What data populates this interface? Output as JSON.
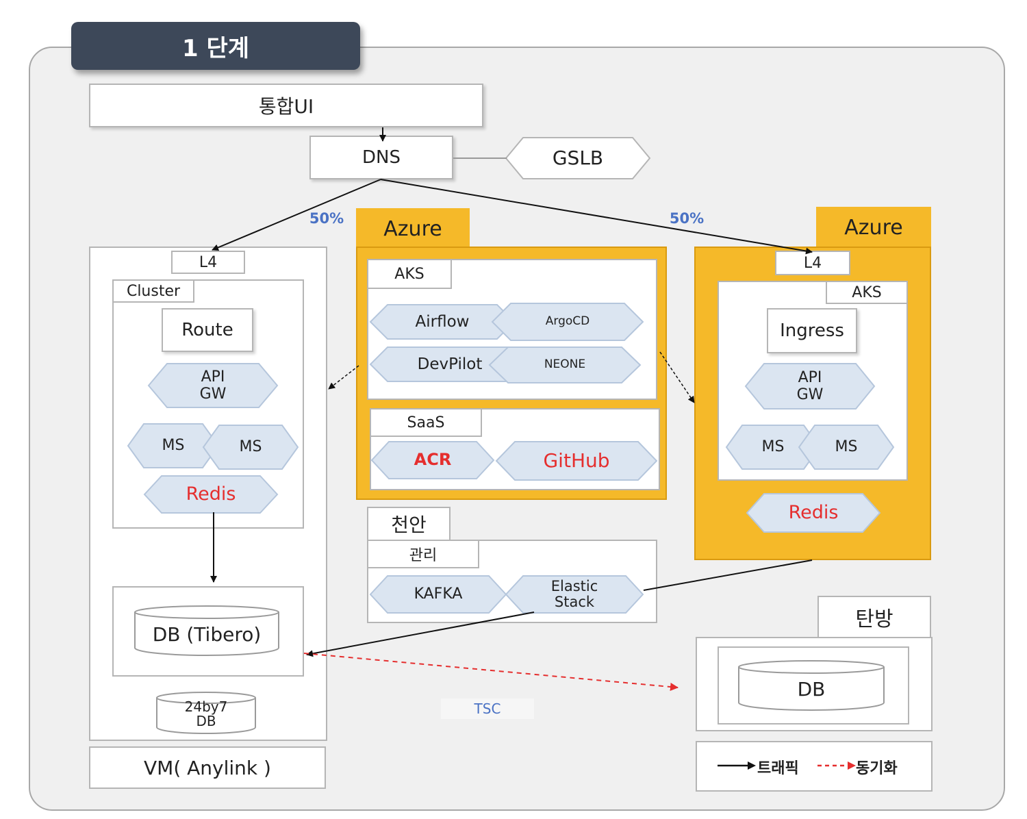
{
  "stage": {
    "title": "1 단계"
  },
  "top": {
    "ui": "통합UI",
    "dns": "DNS",
    "gslb": "GSLB"
  },
  "traffic": {
    "left_pct": "50%",
    "right_pct": "50%"
  },
  "onprem": {
    "l4": "L4",
    "cluster": "Cluster",
    "route": "Route",
    "api_gw_line1": "API",
    "api_gw_line2": "GW",
    "ms1": "MS",
    "ms2": "MS",
    "redis": "Redis",
    "db": "DB (Tibero)",
    "db247_line1": "24by7",
    "db247_line2": "DB",
    "vm": "VM( Anylink )"
  },
  "azure_center": {
    "tab": "Azure",
    "aks": "AKS",
    "airflow": "Airflow",
    "argocd": "ArgoCD",
    "devpilot": "DevPilot",
    "neone": "NEONE",
    "saas": "SaaS",
    "acr": "ACR",
    "github": "GitHub"
  },
  "cheonan": {
    "title": "천안",
    "mgmt": "관리",
    "kafka": "KAFKA",
    "elastic_line1": "Elastic",
    "elastic_line2": "Stack"
  },
  "azure_right": {
    "tab": "Azure",
    "l4": "L4",
    "aks": "AKS",
    "ingress": "Ingress",
    "api_gw_line1": "API",
    "api_gw_line2": "GW",
    "ms1": "MS",
    "ms2": "MS",
    "redis": "Redis"
  },
  "tanbang": {
    "title": "탄방",
    "db": "DB"
  },
  "sync": {
    "tsc": "TSC"
  },
  "legend": {
    "traffic": "트래픽",
    "sync": "동기화"
  },
  "colors": {
    "azure": "#f5b929",
    "hex_fill": "#dbe5f1",
    "stage_tab": "#3d4859",
    "redis_text": "#e52e2e",
    "sync_line": "#e52e2e",
    "pct_text": "#4a72c4"
  }
}
